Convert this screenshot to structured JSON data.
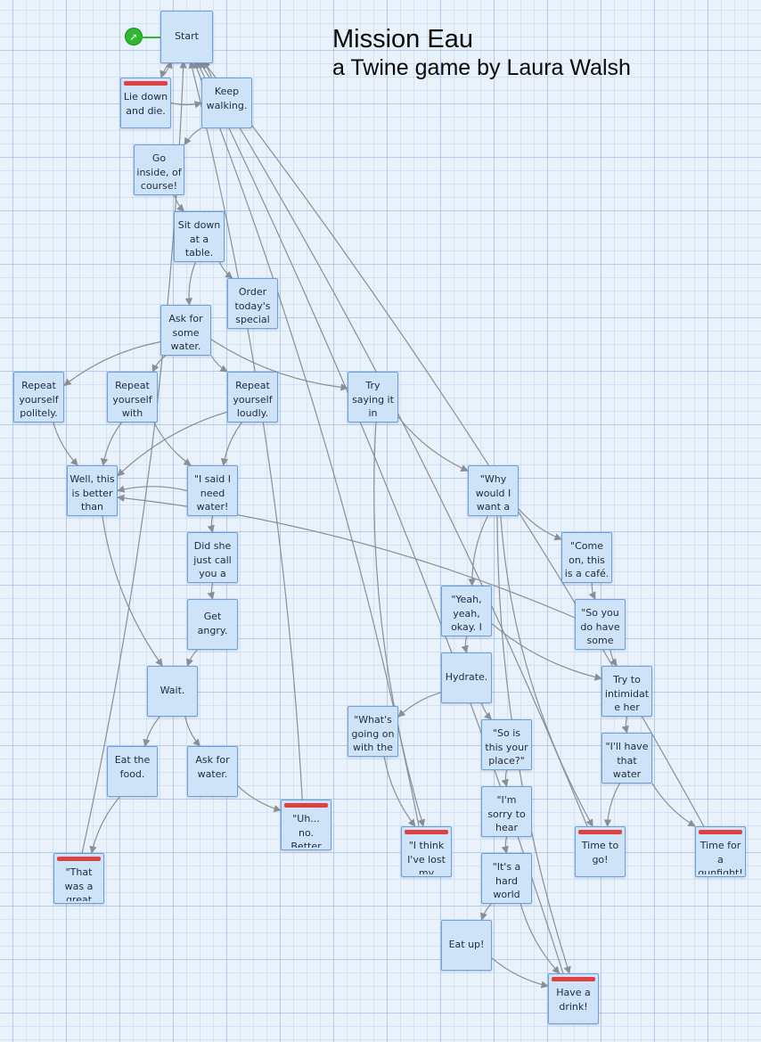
{
  "story": {
    "title": "Mission Eau",
    "byline": "a Twine game by Laura Walsh"
  },
  "start_icon": "rocket-icon",
  "colors": {
    "background": "#e9f1fa",
    "passage_fill": "#cfe3f8",
    "passage_border": "#6fa0d8",
    "tag_bar": "#e0403f",
    "link_arrow": "#8a8f96",
    "start_marker": "#2fb830"
  },
  "passages": [
    {
      "id": "start",
      "label": "Start",
      "tagged": false
    },
    {
      "id": "lie-down",
      "label": "Lie down and die.",
      "tagged": true
    },
    {
      "id": "keep-walking",
      "label": "Keep walking.",
      "tagged": false
    },
    {
      "id": "go-inside",
      "label": "Go inside, of course!",
      "tagged": false
    },
    {
      "id": "sit-down",
      "label": "Sit down at a table.",
      "tagged": false
    },
    {
      "id": "order-special",
      "label": "Order today's special (looks like",
      "tagged": false
    },
    {
      "id": "ask-water",
      "label": "Ask for some water.",
      "tagged": false
    },
    {
      "id": "repeat-politely",
      "label": "Repeat yourself politely.",
      "tagged": false
    },
    {
      "id": "repeat-urgency",
      "label": "Repeat yourself with urgency",
      "tagged": false
    },
    {
      "id": "repeat-loudly",
      "label": "Repeat yourself loudly. More",
      "tagged": false
    },
    {
      "id": "try-french",
      "label": "Try saying it in French.",
      "tagged": false
    },
    {
      "id": "well-better",
      "label": "Well, this is better than nothing.",
      "tagged": false
    },
    {
      "id": "said-need-water",
      "label": "\"I said I need water! Not this",
      "tagged": false
    },
    {
      "id": "why-golden",
      "label": "\"Why would I want a golden",
      "tagged": false
    },
    {
      "id": "badger",
      "label": "Did she just call you a badger?",
      "tagged": false
    },
    {
      "id": "come-on-cafe",
      "label": "\"Come on, this is a café. You have",
      "tagged": false
    },
    {
      "id": "get-angry",
      "label": "Get angry.",
      "tagged": false
    },
    {
      "id": "yeah-okay",
      "label": "\"Yeah, yeah, okay. I get it. Water",
      "tagged": false
    },
    {
      "id": "so-you-have",
      "label": "\"So you do have some water.\"",
      "tagged": false
    },
    {
      "id": "wait",
      "label": "Wait.",
      "tagged": false
    },
    {
      "id": "hydrate",
      "label": "Hydrate.",
      "tagged": false
    },
    {
      "id": "intimidate",
      "label": "Try to intimidate her into bringing",
      "tagged": false
    },
    {
      "id": "whats-going-on",
      "label": "\"What's going on with the water",
      "tagged": false
    },
    {
      "id": "so-is-this",
      "label": "\"So is this your place?\"",
      "tagged": false
    },
    {
      "id": "ill-have",
      "label": "\"I'll have that water now.\"",
      "tagged": false
    },
    {
      "id": "eat-food",
      "label": "Eat the food.",
      "tagged": false
    },
    {
      "id": "ask-for-water",
      "label": "Ask for water.",
      "tagged": false
    },
    {
      "id": "im-sorry",
      "label": "\"I'm sorry to hear that. What was he",
      "tagged": false
    },
    {
      "id": "uh-no",
      "label": "\"Uh... no. Better be going.\"",
      "tagged": true
    },
    {
      "id": "lost-my",
      "label": "\"I think I've lost my",
      "tagged": true
    },
    {
      "id": "time-to-go",
      "label": "Time to go!",
      "tagged": true
    },
    {
      "id": "gunfight",
      "label": "Time for a gunfight!",
      "tagged": true
    },
    {
      "id": "great-meal",
      "label": "\"That was a great meal.",
      "tagged": true
    },
    {
      "id": "hard-world",
      "label": "\"It's a hard world out there.\"",
      "tagged": false
    },
    {
      "id": "eat-up",
      "label": "Eat up!",
      "tagged": false
    },
    {
      "id": "have-drink",
      "label": "Have a drink!",
      "tagged": true
    }
  ],
  "links": [
    [
      "start",
      "lie-down"
    ],
    [
      "lie-down",
      "start"
    ],
    [
      "lie-down",
      "keep-walking"
    ],
    [
      "keep-walking",
      "start"
    ],
    [
      "keep-walking",
      "go-inside"
    ],
    [
      "go-inside",
      "sit-down"
    ],
    [
      "sit-down",
      "ask-water"
    ],
    [
      "sit-down",
      "order-special"
    ],
    [
      "ask-water",
      "repeat-politely"
    ],
    [
      "ask-water",
      "repeat-urgency"
    ],
    [
      "ask-water",
      "repeat-loudly"
    ],
    [
      "ask-water",
      "try-french"
    ],
    [
      "repeat-politely",
      "well-better"
    ],
    [
      "repeat-urgency",
      "well-better"
    ],
    [
      "repeat-urgency",
      "said-need-water"
    ],
    [
      "repeat-loudly",
      "well-better"
    ],
    [
      "repeat-loudly",
      "said-need-water"
    ],
    [
      "said-need-water",
      "well-better"
    ],
    [
      "said-need-water",
      "badger"
    ],
    [
      "badger",
      "get-angry"
    ],
    [
      "get-angry",
      "wait"
    ],
    [
      "well-better",
      "wait"
    ],
    [
      "wait",
      "eat-food"
    ],
    [
      "wait",
      "ask-for-water"
    ],
    [
      "eat-food",
      "great-meal"
    ],
    [
      "ask-for-water",
      "uh-no"
    ],
    [
      "try-french",
      "why-golden"
    ],
    [
      "try-french",
      "lost-my"
    ],
    [
      "why-golden",
      "yeah-okay"
    ],
    [
      "why-golden",
      "come-on-cafe"
    ],
    [
      "why-golden",
      "have-drink"
    ],
    [
      "why-golden",
      "time-to-go"
    ],
    [
      "come-on-cafe",
      "so-you-have"
    ],
    [
      "so-you-have",
      "intimidate"
    ],
    [
      "so-you-have",
      "well-better"
    ],
    [
      "yeah-okay",
      "hydrate"
    ],
    [
      "yeah-okay",
      "intimidate"
    ],
    [
      "hydrate",
      "whats-going-on"
    ],
    [
      "hydrate",
      "so-is-this"
    ],
    [
      "whats-going-on",
      "lost-my"
    ],
    [
      "so-is-this",
      "im-sorry"
    ],
    [
      "im-sorry",
      "hard-world"
    ],
    [
      "hard-world",
      "eat-up"
    ],
    [
      "hard-world",
      "have-drink"
    ],
    [
      "eat-up",
      "have-drink"
    ],
    [
      "intimidate",
      "ill-have"
    ],
    [
      "ill-have",
      "time-to-go"
    ],
    [
      "ill-have",
      "gunfight"
    ],
    [
      "great-meal",
      "start"
    ],
    [
      "uh-no",
      "start"
    ],
    [
      "lost-my",
      "start"
    ],
    [
      "time-to-go",
      "start"
    ],
    [
      "gunfight",
      "start"
    ],
    [
      "have-drink",
      "start"
    ]
  ]
}
